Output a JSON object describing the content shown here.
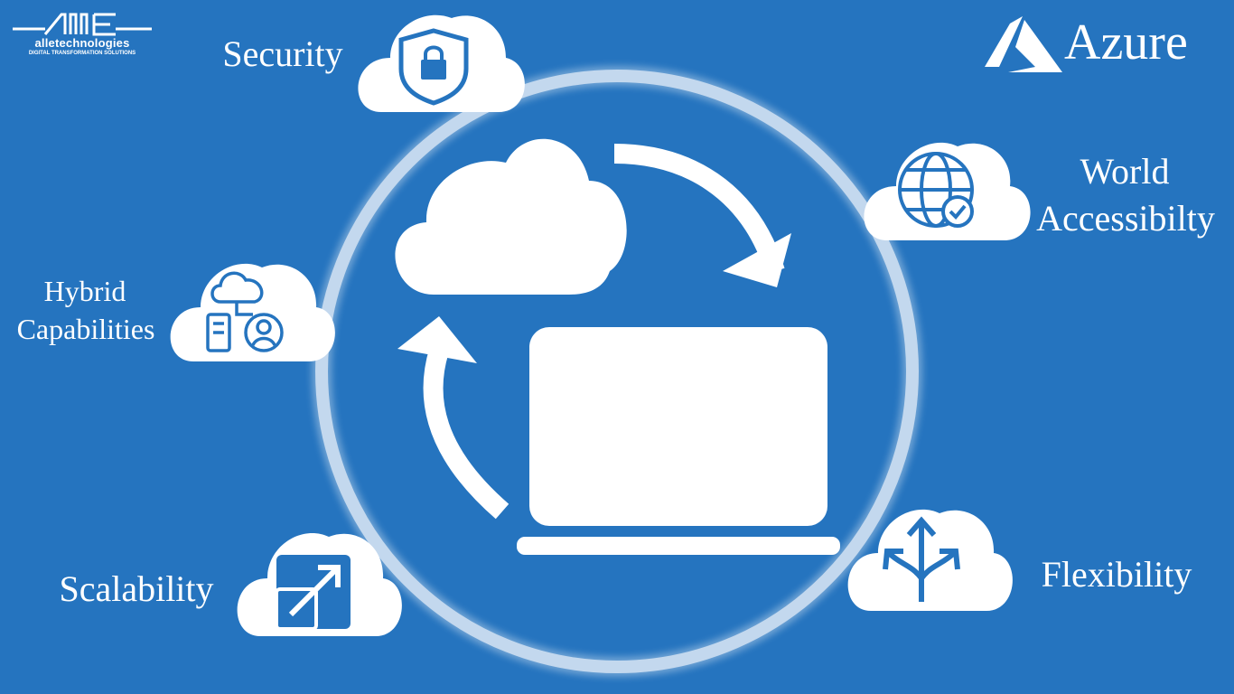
{
  "brand": {
    "name": "alletechnologies",
    "tagline": "DIGITAL TRANSFORMATION SOLUTIONS"
  },
  "platform": {
    "name": "Azure"
  },
  "features": {
    "security": "Security",
    "world_line1": "World",
    "world_line2": "Accessibilty",
    "hybrid_line1": "Hybrid",
    "hybrid_line2": "Capabilities",
    "scalability": "Scalability",
    "flexibility": "Flexibility"
  },
  "icons": {
    "security": "shield-lock-icon",
    "world": "globe-check-icon",
    "hybrid": "cloud-server-user-icon",
    "scalability": "expand-arrow-icon",
    "flexibility": "split-arrows-icon",
    "center_cloud": "cloud-icon",
    "center_laptop": "laptop-icon"
  },
  "colors": {
    "background": "#2574bf",
    "foreground": "#ffffff",
    "ring": "#c3d8ee",
    "icon": "#2574bf"
  }
}
